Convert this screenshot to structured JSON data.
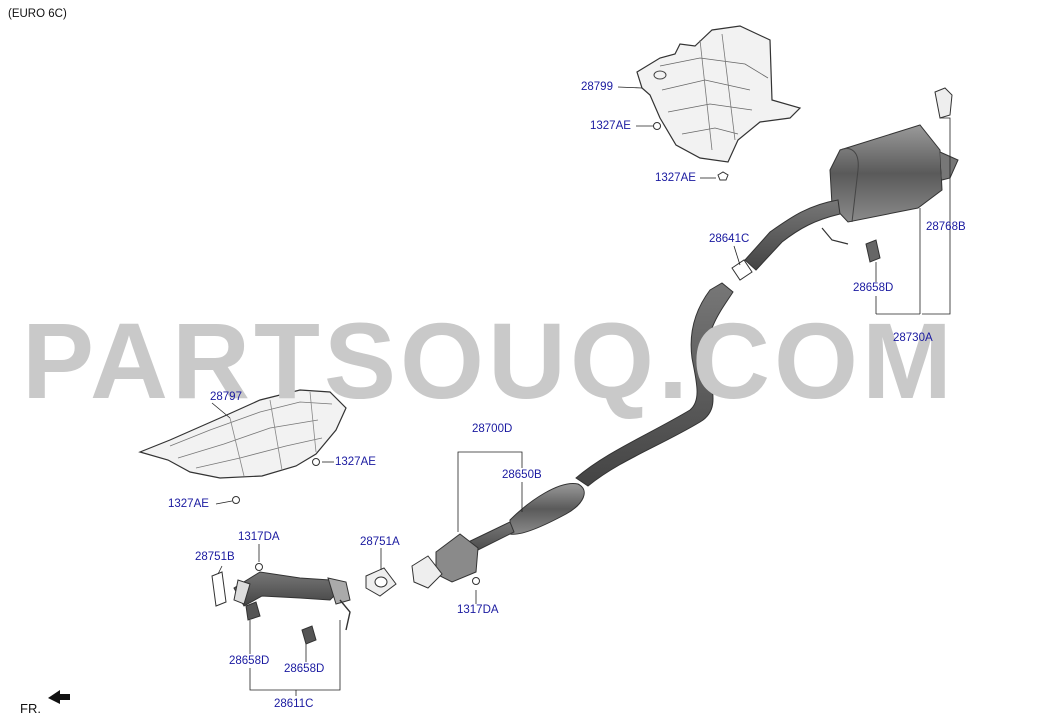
{
  "diagram": {
    "note": "(EURO 6C)",
    "watermark": "PARTSOUQ.COM",
    "direction_label": "FR.",
    "part_labels": [
      {
        "id": "p28799",
        "text": "28799"
      },
      {
        "id": "p1327ae_top1",
        "text": "1327AE"
      },
      {
        "id": "p1327ae_top2",
        "text": "1327AE"
      },
      {
        "id": "p28641c",
        "text": "28641C"
      },
      {
        "id": "p28768b",
        "text": "28768B"
      },
      {
        "id": "p28658d_r",
        "text": "28658D"
      },
      {
        "id": "p28730a",
        "text": "28730A"
      },
      {
        "id": "p28797",
        "text": "28797"
      },
      {
        "id": "p1327ae_mid1",
        "text": "1327AE"
      },
      {
        "id": "p1327ae_mid2",
        "text": "1327AE"
      },
      {
        "id": "p28700d",
        "text": "28700D"
      },
      {
        "id": "p28650b",
        "text": "28650B"
      },
      {
        "id": "p1317da_l",
        "text": "1317DA"
      },
      {
        "id": "p28751b",
        "text": "28751B"
      },
      {
        "id": "p28751a",
        "text": "28751A"
      },
      {
        "id": "p1317da_r",
        "text": "1317DA"
      },
      {
        "id": "p28658d_l1",
        "text": "28658D"
      },
      {
        "id": "p28658d_l2",
        "text": "28658D"
      },
      {
        "id": "p28611c",
        "text": "28611C"
      }
    ]
  }
}
